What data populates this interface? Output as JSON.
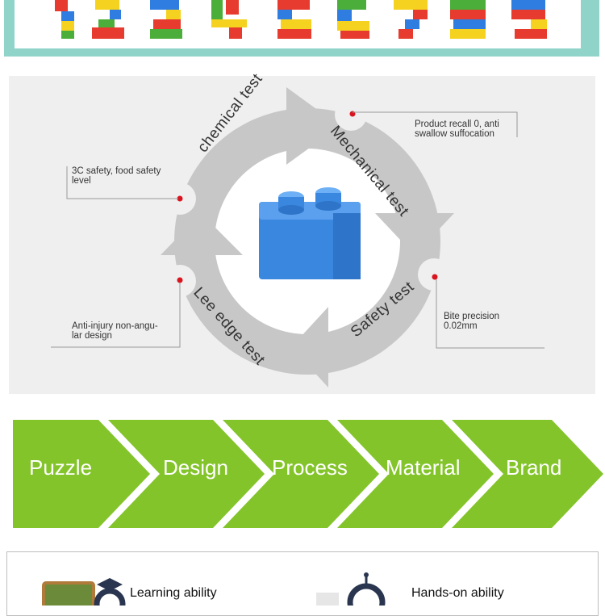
{
  "cycle": {
    "arcs": {
      "chemical": "chemical test",
      "mechanical": "Mechanical test",
      "safety": "Safety test",
      "edge": "Lee edge test"
    },
    "notes": {
      "recall_line1": "Product recall 0, anti",
      "recall_line2": "swallow suffocation",
      "safety3c_line1": "3C safety, food safety",
      "safety3c_line2": "level",
      "bite_line1": "Bite precision",
      "bite_line2": "0.02mm",
      "injury_line1": "Anti-injury non-angu-",
      "injury_line2": "lar design"
    },
    "accent_color": "#d9141e",
    "arc_color": "#c7c7c7"
  },
  "chevrons": {
    "color": "#84c42b",
    "items": [
      "Puzzle",
      "Design",
      "Process",
      "Material",
      "Brand"
    ]
  },
  "abilities": {
    "learning": "Learning ability",
    "hands_on": "Hands-on ability"
  }
}
